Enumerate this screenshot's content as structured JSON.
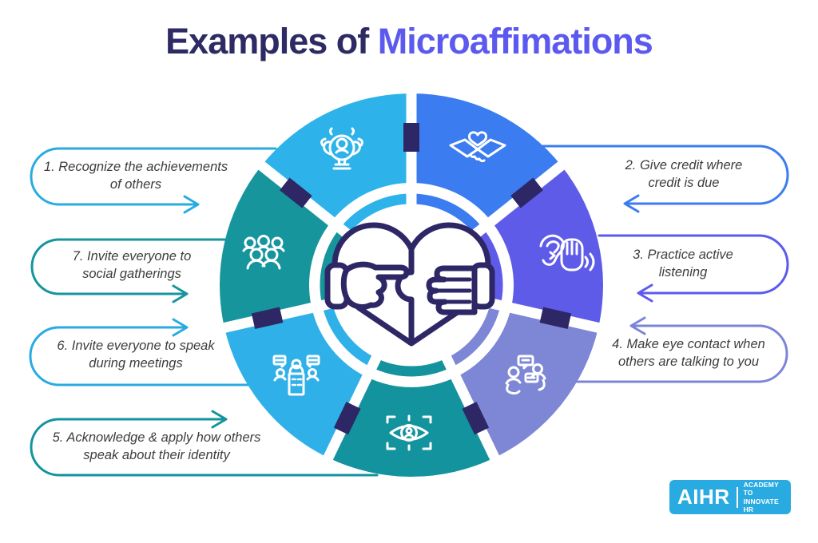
{
  "title": {
    "prefix": "Examples of",
    "highlight": "Microaffimations",
    "prefix_color": "#2e2a64",
    "highlight_color": "#5c5aee"
  },
  "callouts": [
    {
      "number": 1,
      "line1": "1. Recognize the achievements",
      "line2": "of others",
      "color": "#29abe2",
      "side": "left"
    },
    {
      "number": 2,
      "line1": "2. Give credit where",
      "line2": "credit is due",
      "color": "#3b7cf0",
      "side": "right"
    },
    {
      "number": 3,
      "line1": "3. Practice active",
      "line2": "listening",
      "color": "#5c5aee",
      "side": "right"
    },
    {
      "number": 4,
      "line1": "4. Make eye contact when",
      "line2": "others are talking to you",
      "color": "#7b85d8",
      "side": "right"
    },
    {
      "number": 5,
      "line1": "5. Acknowledge & apply how others",
      "line2": "speak about their identity",
      "color": "#13939e",
      "side": "left"
    },
    {
      "number": 6,
      "line1": "6. Invite everyone to speak",
      "line2": "during meetings",
      "color": "#29abe2",
      "side": "left"
    },
    {
      "number": 7,
      "line1": "7. Invite everyone to",
      "line2": "social gatherings",
      "color": "#16959d",
      "side": "left"
    }
  ],
  "wheel": {
    "segments": [
      {
        "callout": 1,
        "icon": "award-person-icon",
        "color": "#2db3e9"
      },
      {
        "callout": 2,
        "icon": "handshake-heart-icon",
        "color": "#3b7cf0"
      },
      {
        "callout": 3,
        "icon": "ear-listening-icon",
        "color": "#5f5be9"
      },
      {
        "callout": 4,
        "icon": "conversation-icon",
        "color": "#7e87d6"
      },
      {
        "callout": 5,
        "icon": "identity-eye-icon",
        "color": "#13939e"
      },
      {
        "callout": 6,
        "icon": "meeting-speakers-icon",
        "color": "#2fb0e8"
      },
      {
        "callout": 7,
        "icon": "people-group-icon",
        "color": "#16959d"
      }
    ],
    "connector_color": "#2d2766",
    "center_icon_color": "#2e2766"
  },
  "logo": {
    "brand": "AIHR",
    "tagline_line1": "ACADEMY TO",
    "tagline_line2": "INNOVATE HR",
    "bg_color": "#29abe2"
  }
}
